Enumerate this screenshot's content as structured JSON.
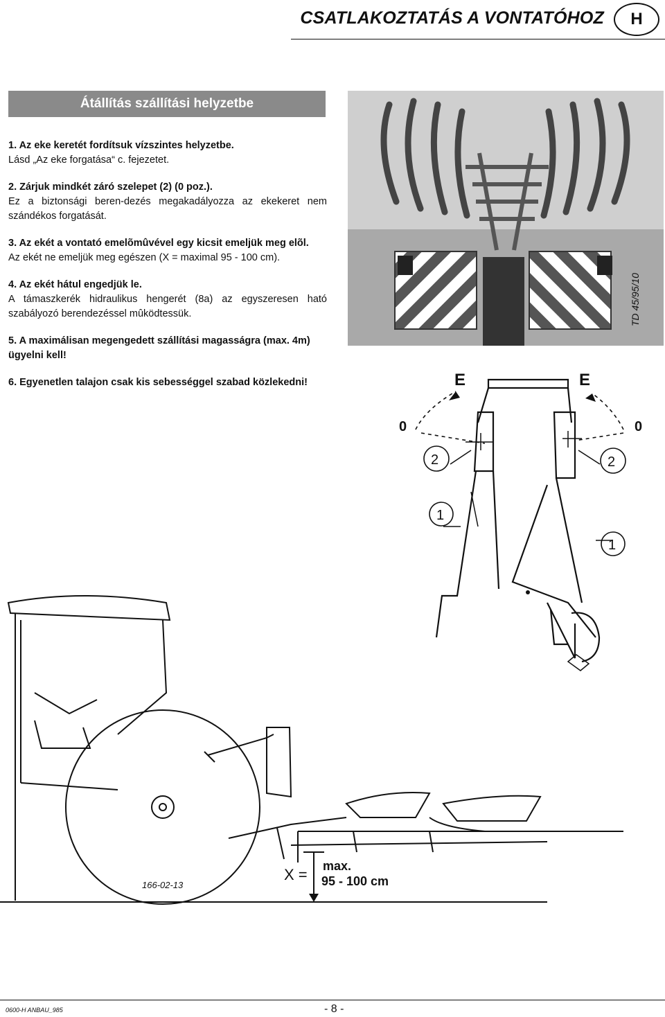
{
  "header": {
    "title": "CSATLAKOZTATÁS A VONTATÓHOZ",
    "lang": "H"
  },
  "section": {
    "title": "Átállítás szállítási helyzetbe"
  },
  "steps": [
    {
      "title": "1. Az eke keretét fordítsuk vízszintes helyzetbe.",
      "text": "Lásd „Az eke forgatása“ c. fejezetet."
    },
    {
      "title": "2. Zárjuk mindkét záró szelepet (2) (0 poz.).",
      "text": "Ez a biztonsági beren-dezés megakadályozza az ekekeret nem szándékos forgatását."
    },
    {
      "title": "3. Az ekét a vontató emelõmûvével egy kicsit emeljük meg elõl.",
      "text": "Az ekét ne emeljük meg egészen (X = maximal 95 - 100 cm)."
    },
    {
      "title": "4. Az ekét hátul engedjük le.",
      "text": "A támaszkerék hidraulikus hengerét (8a) az egyszeresen ható szabályozó berendezéssel mûködtessük."
    },
    {
      "title": "5. A maximálisan megengedett szállítási magasságra (max. 4m) ügyelni kell!",
      "text": ""
    },
    {
      "title": "6. Egyenetlen talajon csak kis sebességgel szabad közlekedni!",
      "text": ""
    }
  ],
  "photo": {
    "code": "TD 45/95/10"
  },
  "valve_diagram": {
    "label_e_left": "E",
    "label_e_right": "E",
    "label_0_left": "0",
    "label_0_right": "0",
    "label_2_left": "2",
    "label_2_right": "2",
    "label_1_left": "1",
    "label_1_right": "1"
  },
  "tractor_diagram": {
    "code": "166-02-13",
    "x_label": "X =",
    "max_label": "max.",
    "range_label": "95 - 100 cm"
  },
  "footer": {
    "code": "0600-H ANBAU_985",
    "page": "- 8 -"
  }
}
